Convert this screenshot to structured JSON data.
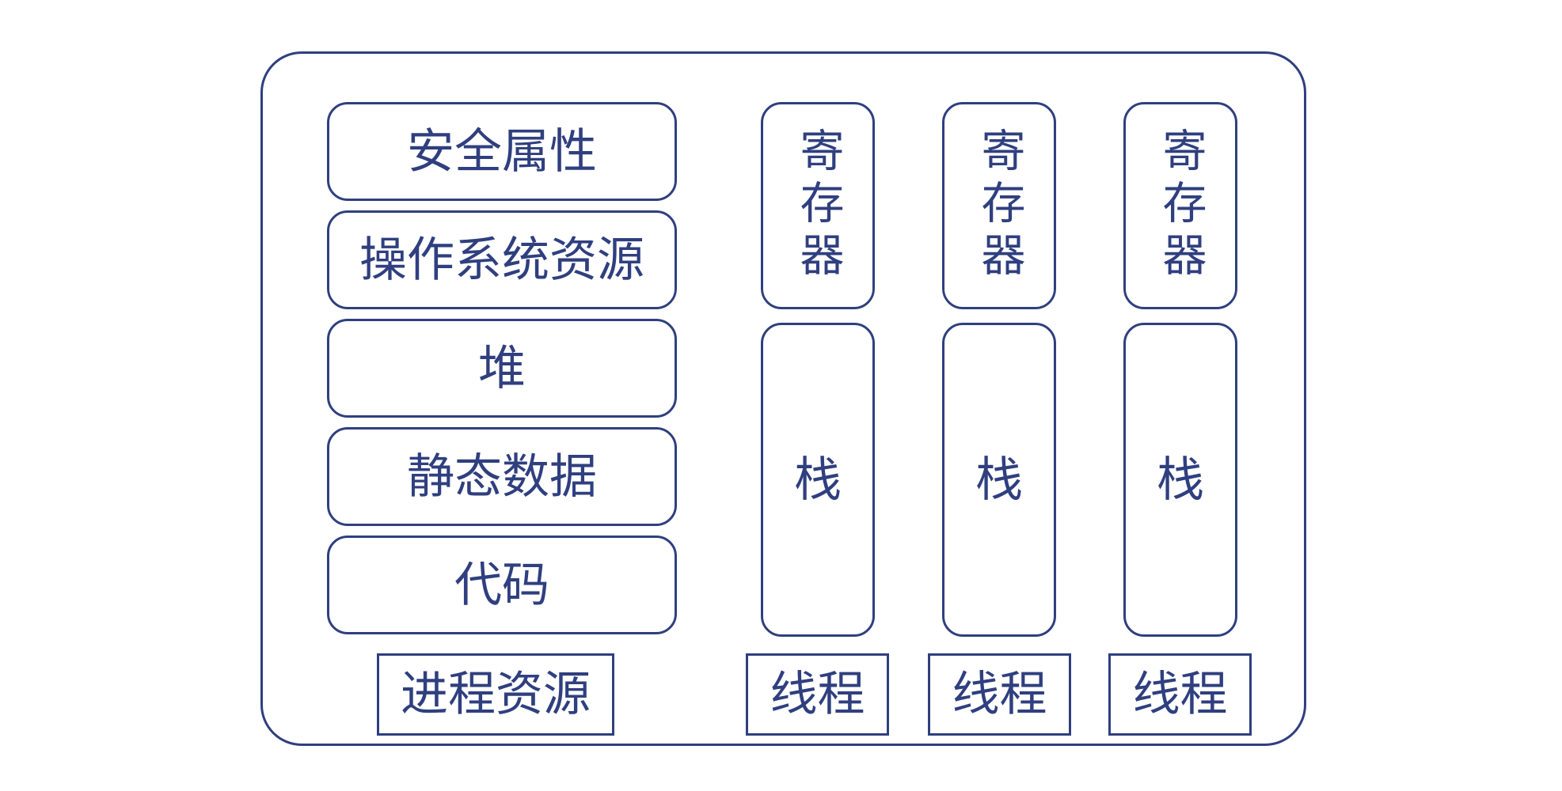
{
  "process": {
    "blocks": [
      "安全属性",
      "操作系统资源",
      "堆",
      "静态数据",
      "代码"
    ],
    "label": "进程资源"
  },
  "threads": [
    {
      "register": "寄存器",
      "stack": "栈",
      "label": "线程"
    },
    {
      "register": "寄存器",
      "stack": "栈",
      "label": "线程"
    },
    {
      "register": "寄存器",
      "stack": "栈",
      "label": "线程"
    }
  ],
  "colors": {
    "stroke": "#2f3f7f",
    "text": "#2f3f7f",
    "background": "#ffffff"
  }
}
